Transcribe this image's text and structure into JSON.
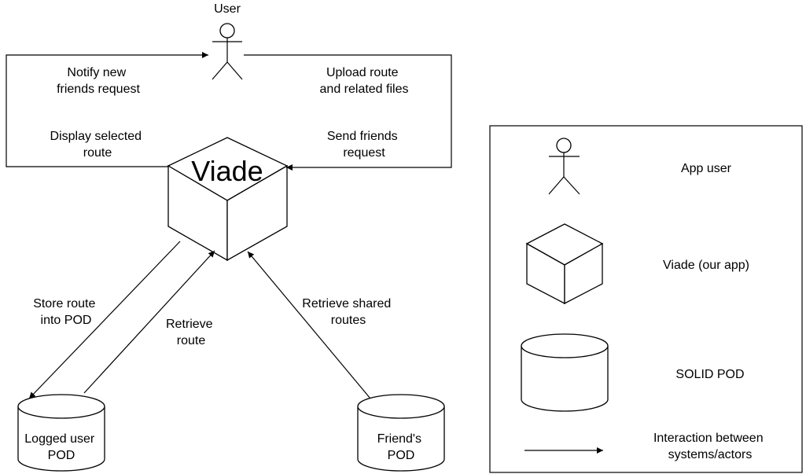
{
  "user": {
    "label": "User"
  },
  "app": {
    "label": "Viade"
  },
  "edges": {
    "notify": [
      "Notify new",
      "friends request"
    ],
    "upload": [
      "Upload route",
      "and related files"
    ],
    "display": [
      "Display selected",
      "route"
    ],
    "send": [
      "Send friends",
      "request"
    ],
    "store": [
      "Store route",
      "into POD"
    ],
    "retrieve": [
      "Retrieve",
      "route"
    ],
    "retrieve_shared": [
      "Retrieve shared",
      "routes"
    ]
  },
  "pods": {
    "logged": [
      "Logged user",
      "POD"
    ],
    "friend": [
      "Friend's",
      "POD"
    ]
  },
  "legend": {
    "items": [
      {
        "icon": "actor",
        "label": "App user"
      },
      {
        "icon": "cube",
        "label": "Viade (our app)"
      },
      {
        "icon": "cylinder",
        "label": "SOLID POD"
      },
      {
        "icon": "arrow",
        "label": [
          "Interaction between",
          "systems/actors"
        ]
      }
    ]
  }
}
